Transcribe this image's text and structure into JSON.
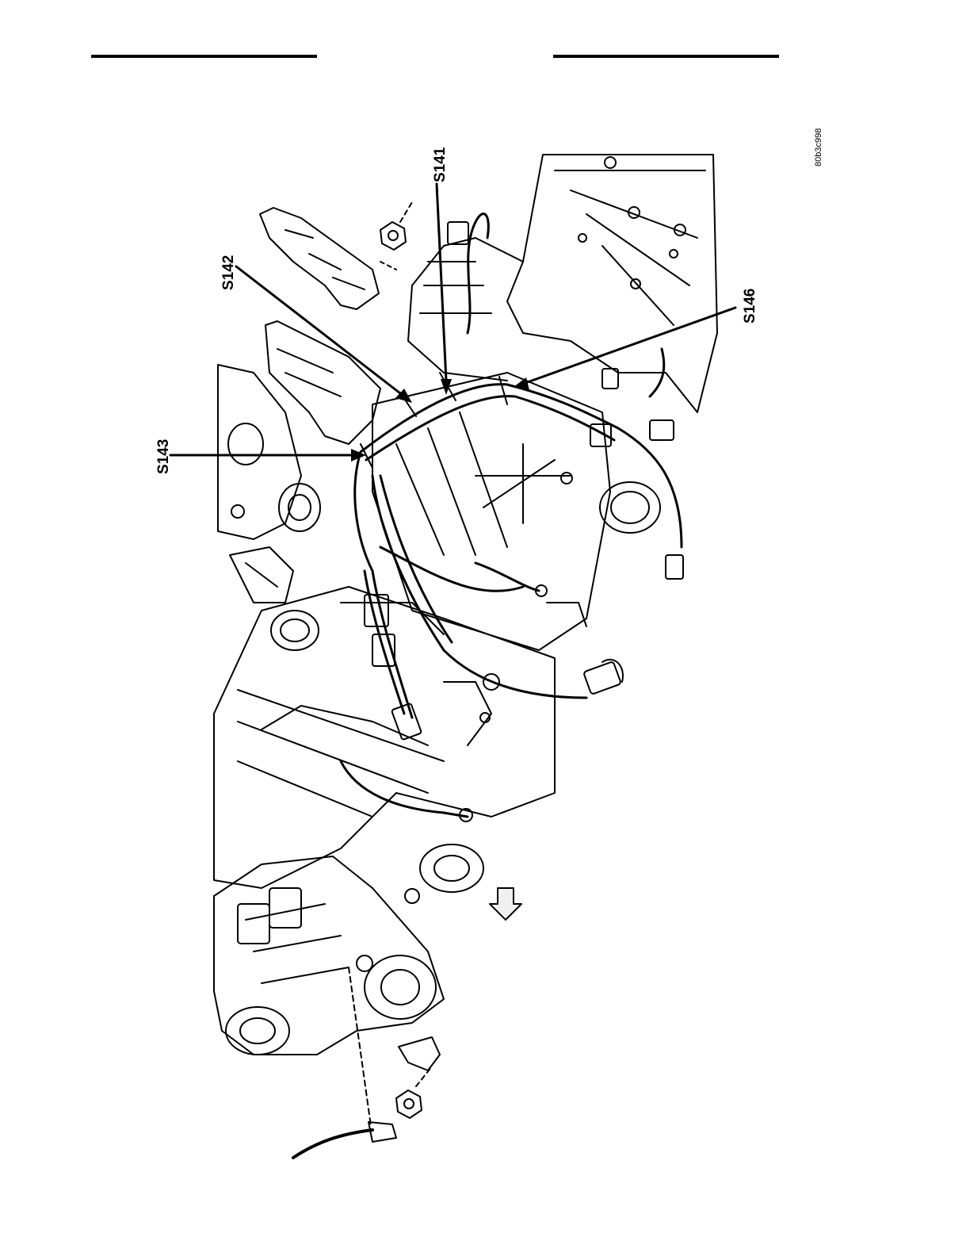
{
  "callouts": {
    "s141": "S141",
    "s142": "S142",
    "s143": "S143",
    "s146": "S146"
  },
  "figure_code": "80b3c998"
}
